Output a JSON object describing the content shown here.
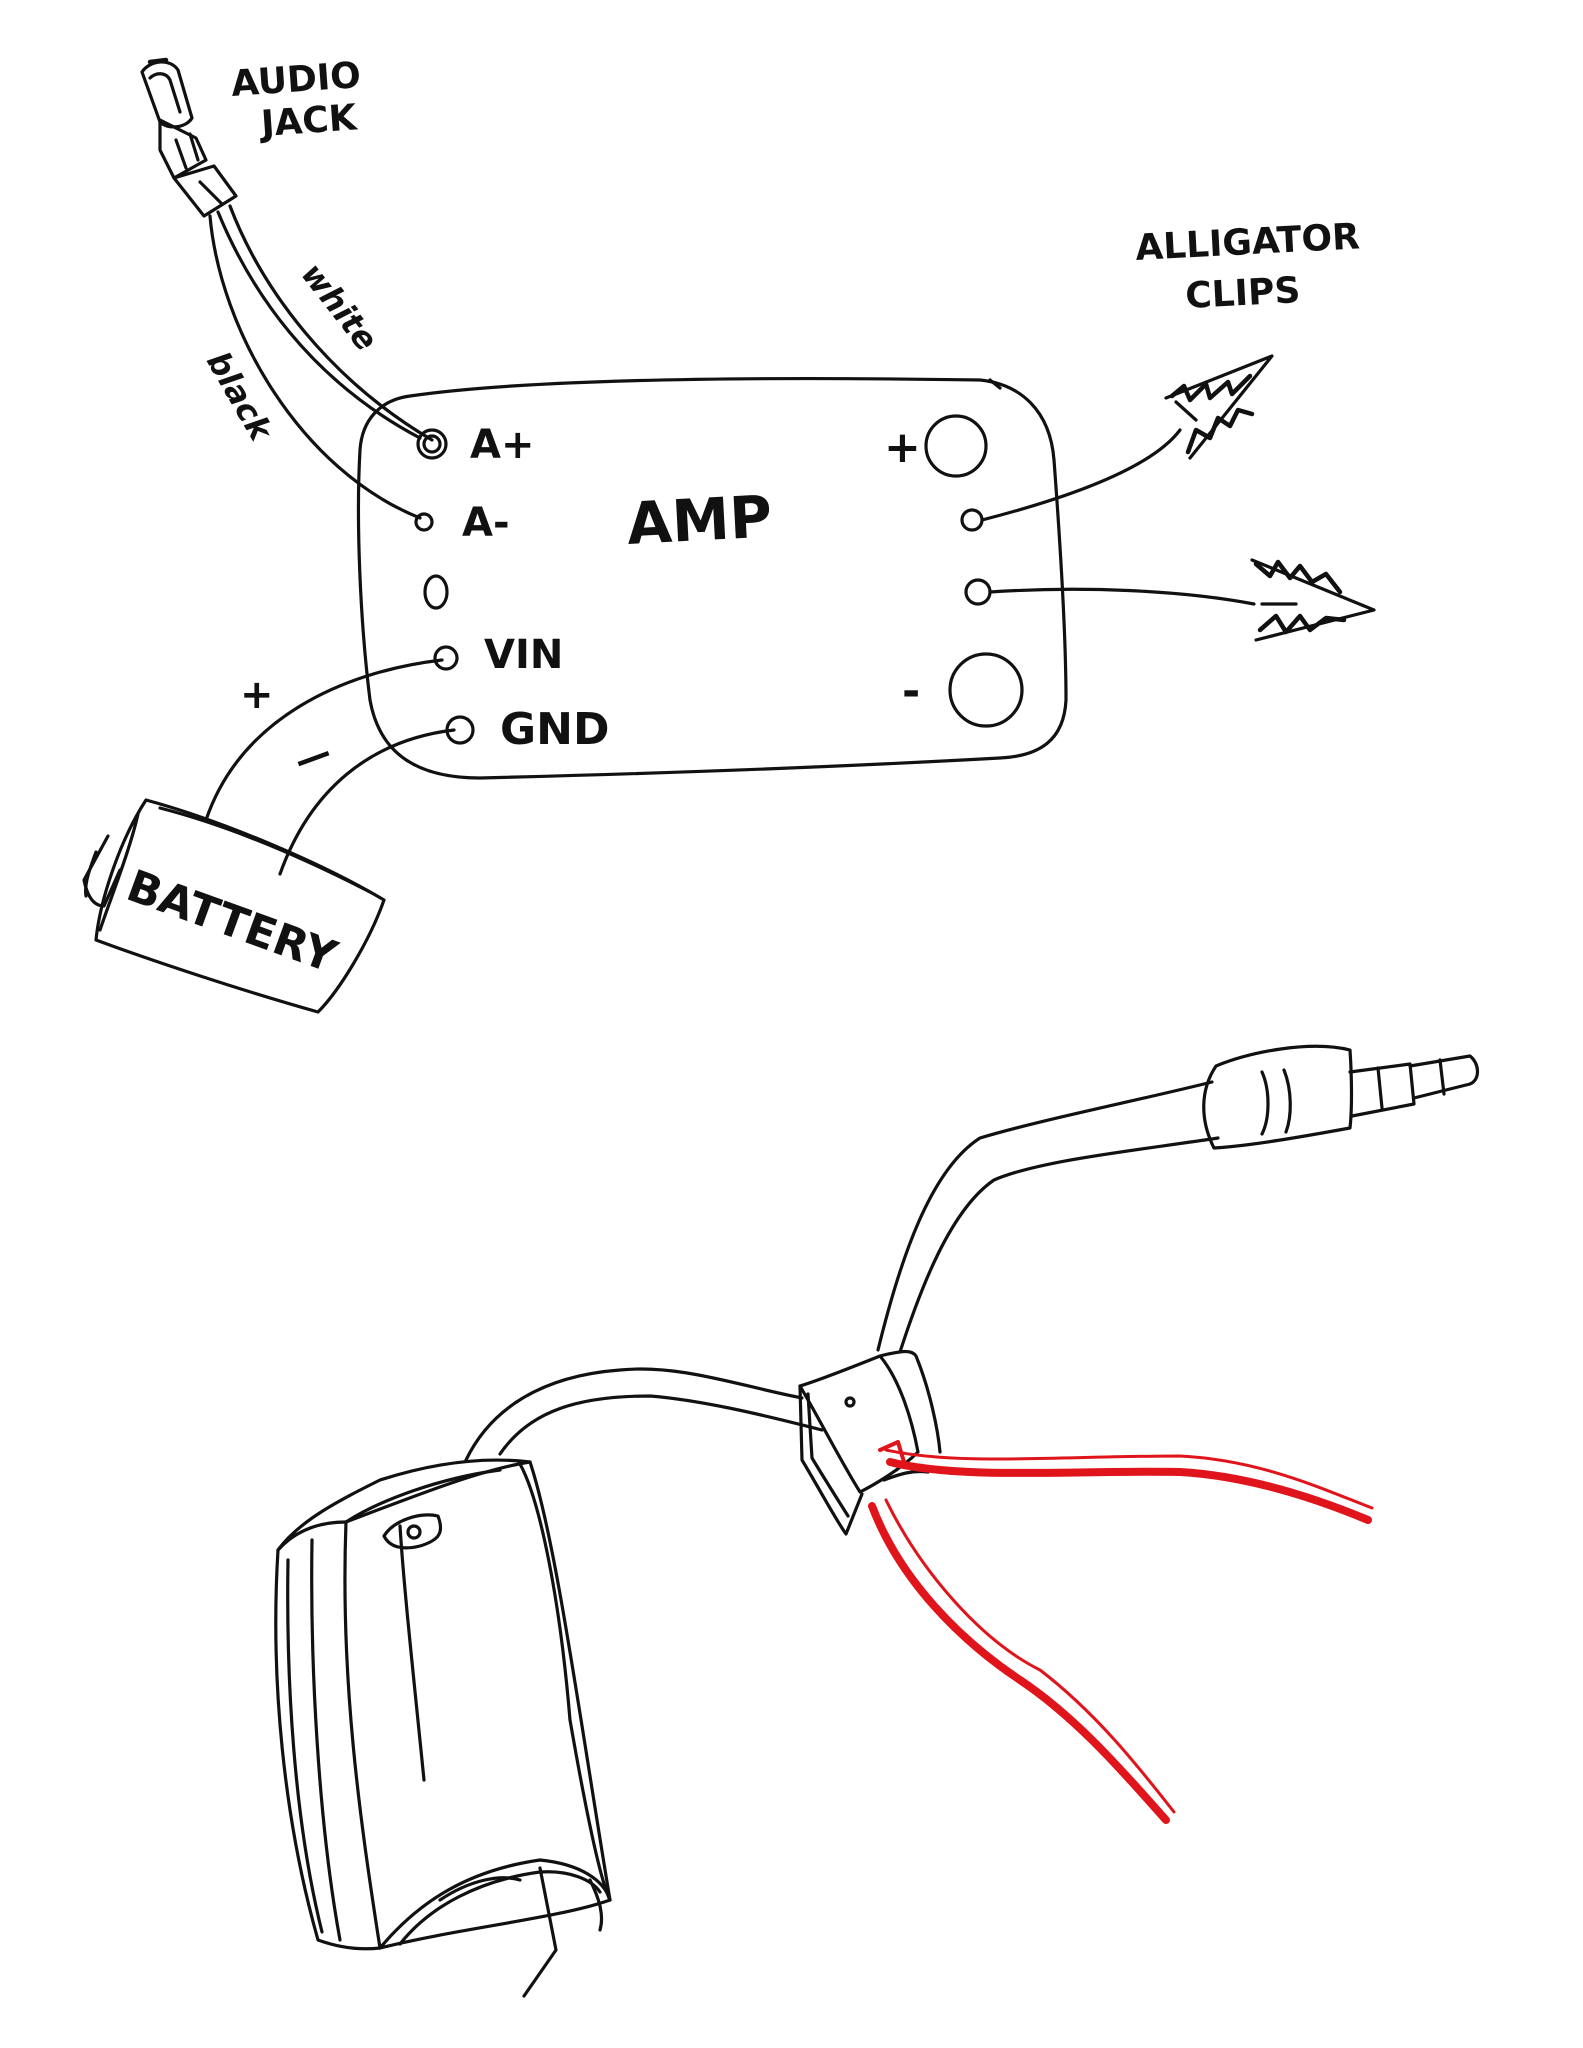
{
  "labels": {
    "audio_jack_line1": "AUDIO",
    "audio_jack_line2": "JACK",
    "alligator_line1": "ALLIGATOR",
    "alligator_line2": "CLIPS",
    "white_wire": "white",
    "black_wire": "black",
    "amp": "AMP",
    "battery": "BATTERY",
    "pin_a_plus": "A+",
    "pin_a_minus": "A-",
    "pin_vin": "VIN",
    "pin_gnd": "GND",
    "out_plus": "+",
    "out_minus": "-",
    "batt_plus": "+",
    "batt_minus": "—"
  },
  "colors": {
    "ink": "#111111",
    "red_wire": "#e0141b",
    "paper": "#ffffff"
  }
}
